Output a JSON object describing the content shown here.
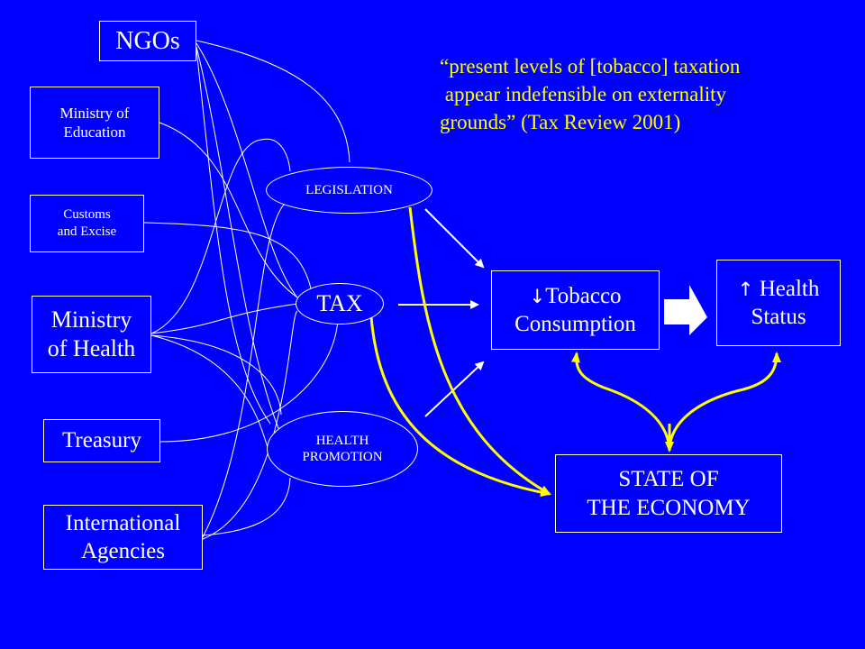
{
  "agencies": {
    "ngos": "NGOs",
    "education": [
      "Ministry of",
      "Education"
    ],
    "customs": [
      "Customs",
      "and Excise"
    ],
    "health_ministry": [
      "Ministry",
      "of Health"
    ],
    "treasury": "Treasury",
    "international": [
      "International",
      "Agencies"
    ]
  },
  "policies": {
    "legislation": "LEGISLATION",
    "tax": "TAX",
    "health_promotion": [
      "HEALTH",
      "PROMOTION"
    ]
  },
  "outcomes": {
    "tobacco": {
      "arrow": "↓",
      "lines": [
        "Tobacco",
        "Consumption"
      ]
    },
    "health": {
      "arrow": "↑",
      "lines": [
        "Health",
        "Status"
      ]
    },
    "economy": [
      "STATE OF",
      "THE ECONOMY"
    ]
  },
  "quote": {
    "lines": [
      "“present levels of [tobacco] taxation",
      " appear indefensible on externality",
      "grounds” (Tax Review 2001)"
    ]
  },
  "colors": {
    "background": "#0000ff",
    "text": "#ffffff",
    "highlight": "#ffff00"
  }
}
